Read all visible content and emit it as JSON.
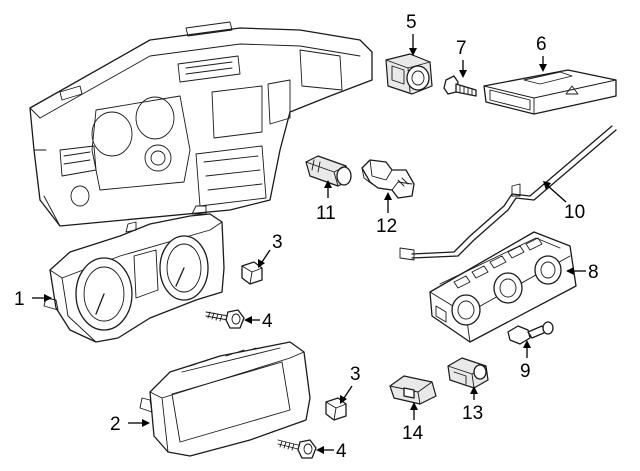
{
  "callouts": [
    {
      "id": "1",
      "label": "1"
    },
    {
      "id": "2",
      "label": "2"
    },
    {
      "id": "3a",
      "label": "3"
    },
    {
      "id": "3b",
      "label": "3"
    },
    {
      "id": "4a",
      "label": "4"
    },
    {
      "id": "4b",
      "label": "4"
    },
    {
      "id": "5",
      "label": "5"
    },
    {
      "id": "6",
      "label": "6"
    },
    {
      "id": "7",
      "label": "7"
    },
    {
      "id": "8",
      "label": "8"
    },
    {
      "id": "9",
      "label": "9"
    },
    {
      "id": "10",
      "label": "10"
    },
    {
      "id": "11",
      "label": "11"
    },
    {
      "id": "12",
      "label": "12"
    },
    {
      "id": "13",
      "label": "13"
    },
    {
      "id": "14",
      "label": "14"
    }
  ]
}
